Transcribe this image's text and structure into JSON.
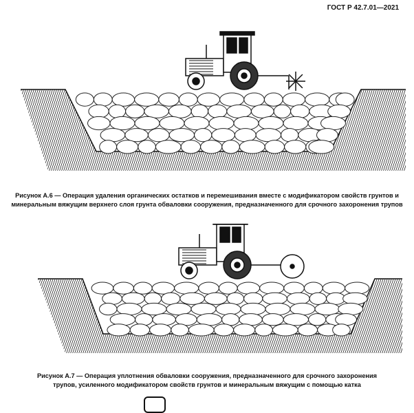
{
  "header": {
    "standard": "ГОСТ Р 42.7.01—2021"
  },
  "figures": [
    {
      "caption": "Рисунок А.6 — Операция удаления органических остатков и перемешивания вместе с модификатором свойств грунтов и минеральным вяжущим верхнего слоя грунта обваловки сооружения, предназначенного для срочного захоронения трупов"
    },
    {
      "caption": "Рисунок А.7 — Операция уплотнения обваловки сооружения, предназначенного для срочного захоронения трупов, усиленного модификатором свойств грунтов и минеральным вяжущим с помощью катка"
    }
  ]
}
